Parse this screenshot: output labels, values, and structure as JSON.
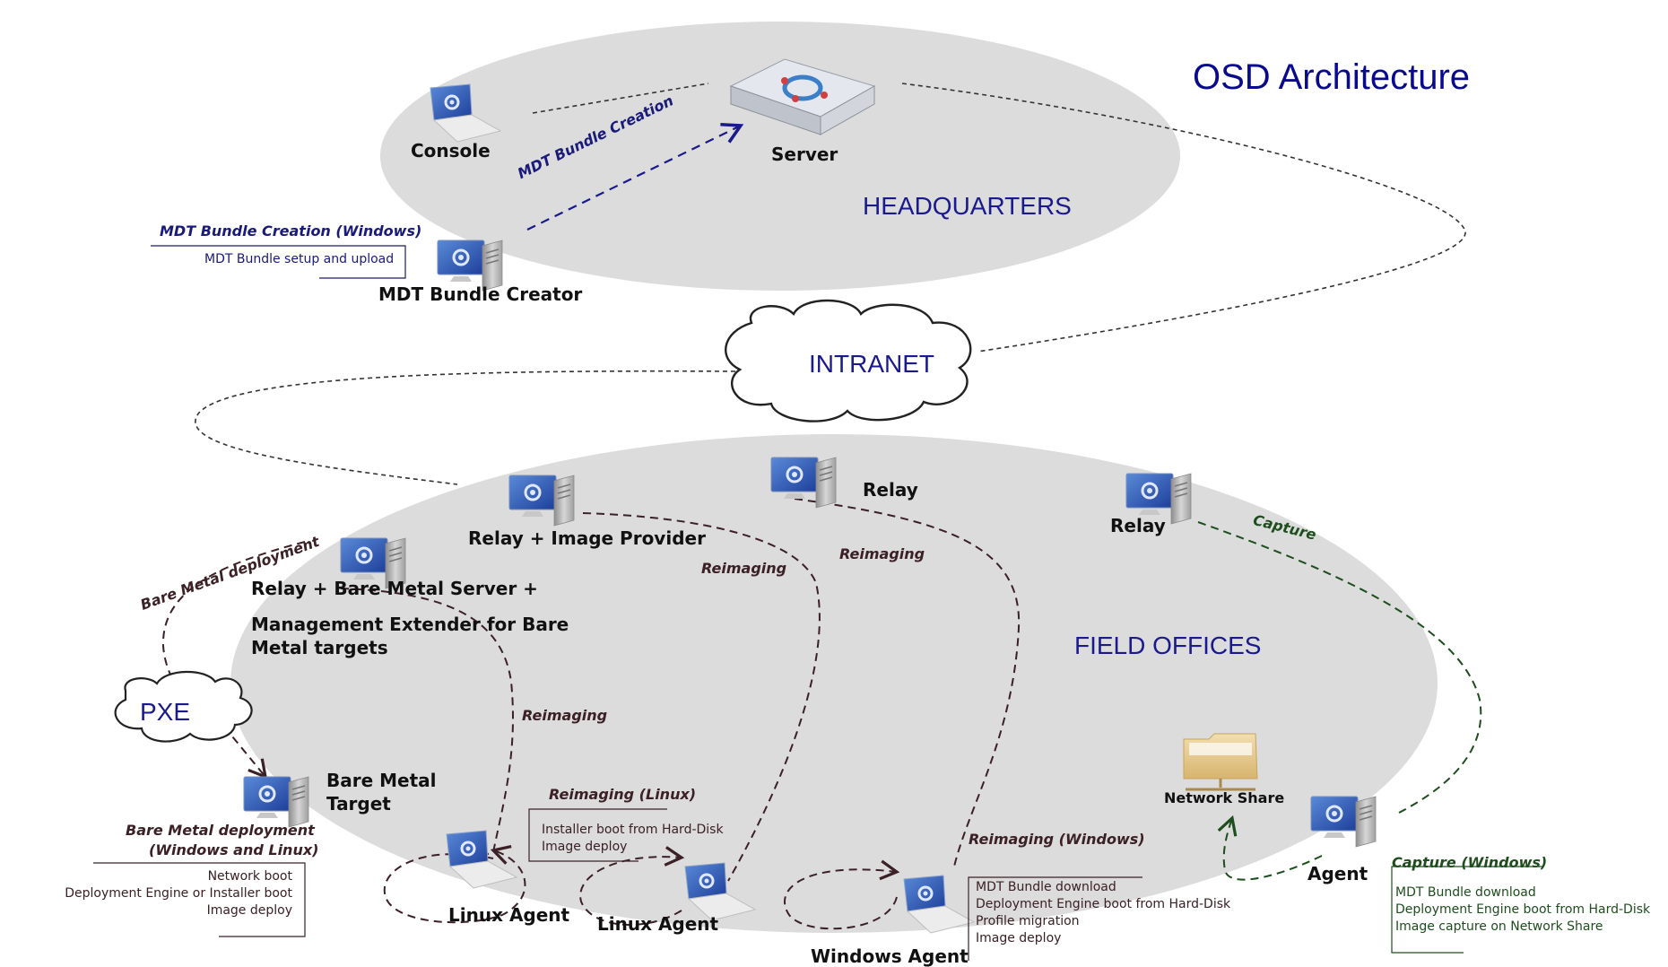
{
  "title": "OSD Architecture",
  "regions": {
    "headquarters": "HEADQUARTERS",
    "intranet": "INTRANET",
    "field_offices": "FIELD OFFICES",
    "pxe": "PXE"
  },
  "nodes": {
    "console": "Console",
    "server": "Server",
    "mdt_bundle_creator": "MDT Bundle Creator",
    "relay_image_provider": "Relay + Image Provider",
    "relay_center": "Relay",
    "relay_right": "Relay",
    "relay_bms_line1": "Relay + Bare Metal Server +",
    "relay_bms_line2": "Management Extender for Bare",
    "relay_bms_line3": "Metal targets",
    "bare_metal_target_line1": "Bare Metal",
    "bare_metal_target_line2": "Target",
    "linux_agent_1": "Linux Agent",
    "linux_agent_2": "Linux Agent",
    "windows_agent": "Windows Agent",
    "network_share": "Network Share",
    "agent": "Agent"
  },
  "flows": {
    "mdt_bundle_creation": "MDT Bundle Creation",
    "bare_metal_deployment": "Bare Metal deployment",
    "reimaging_1": "Reimaging",
    "reimaging_2": "Reimaging",
    "reimaging_3": "Reimaging",
    "capture": "Capture"
  },
  "notes": {
    "mdt_creation": {
      "heading": "MDT Bundle Creation (Windows)",
      "lines": [
        "MDT Bundle setup and upload"
      ]
    },
    "bare_metal": {
      "heading_line1": "Bare Metal deployment",
      "heading_line2": "(Windows and Linux)",
      "lines": [
        "Network boot",
        "Deployment Engine or Installer boot",
        "Image deploy"
      ]
    },
    "reimaging_linux": {
      "heading": "Reimaging (Linux)",
      "lines": [
        "Installer boot from Hard-Disk",
        "Image deploy"
      ]
    },
    "reimaging_windows": {
      "heading": "Reimaging (Windows)",
      "lines": [
        "MDT Bundle download",
        "Deployment Engine boot from Hard-Disk",
        "Profile migration",
        "Image deploy"
      ]
    },
    "capture_windows": {
      "heading": "Capture (Windows)",
      "lines": [
        "MDT Bundle download",
        "Deployment Engine boot from Hard-Disk",
        "Image capture on Network Share"
      ]
    }
  },
  "colors": {
    "region_fill": "#dcdcdc",
    "title": "#0a0a8c",
    "reimaging": "#3b2026",
    "capture": "#1e4d1e",
    "mdt": "#1a1a7a"
  }
}
